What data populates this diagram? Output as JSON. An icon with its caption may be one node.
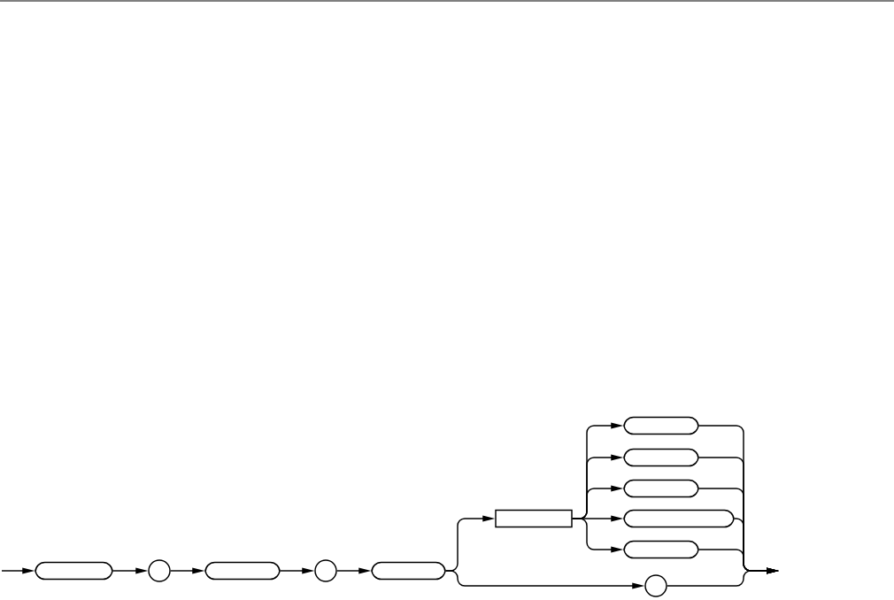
{
  "diagram": {
    "nodes": [
      {
        "text": [],
        "shape": "pill"
      },
      {
        "text": [],
        "shape": "circle"
      },
      {
        "text": [],
        "shape": "pill"
      },
      {
        "text": [],
        "shape": "circle"
      },
      {
        "text": [],
        "shape": "pill"
      },
      {
        "text": [],
        "shape": "box"
      },
      {
        "text": [],
        "shape": "pill"
      },
      {
        "text": [],
        "shape": "pill"
      },
      {
        "text": [],
        "shape": "pill"
      },
      {
        "text": [],
        "shape": "pill"
      },
      {
        "text": [],
        "shape": "pill"
      },
      {
        "text": [],
        "shape": "circle"
      }
    ],
    "edges": [
      {
        "from": null,
        "to": 0,
        "arrow": "to"
      },
      {
        "from": 0,
        "to": 1,
        "arrow": "to"
      },
      {
        "from": 1,
        "to": 2,
        "arrow": "to"
      },
      {
        "from": 2,
        "to": 3,
        "arrow": "to"
      },
      {
        "from": 3,
        "to": 4,
        "arrow": "to"
      },
      {
        "from": 4,
        "to": 5,
        "arrow": "to"
      },
      {
        "from": 4,
        "to": 11,
        "arrow": "to"
      },
      {
        "from": 5,
        "to": 6,
        "arrow": "to"
      },
      {
        "from": 5,
        "to": 7,
        "arrow": "to"
      },
      {
        "from": 5,
        "to": 8,
        "arrow": "to"
      },
      {
        "from": 5,
        "to": 9,
        "arrow": "to"
      },
      {
        "from": 5,
        "to": 10,
        "arrow": "to"
      },
      {
        "from": 6,
        "to": null,
        "arrow": "to"
      },
      {
        "from": 7,
        "to": null,
        "arrow": "to"
      },
      {
        "from": 8,
        "to": null,
        "arrow": "to"
      },
      {
        "from": 9,
        "to": null,
        "arrow": "to"
      },
      {
        "from": 10,
        "to": null,
        "arrow": "to"
      },
      {
        "from": 11,
        "to": null,
        "arrow": "to"
      }
    ]
  }
}
